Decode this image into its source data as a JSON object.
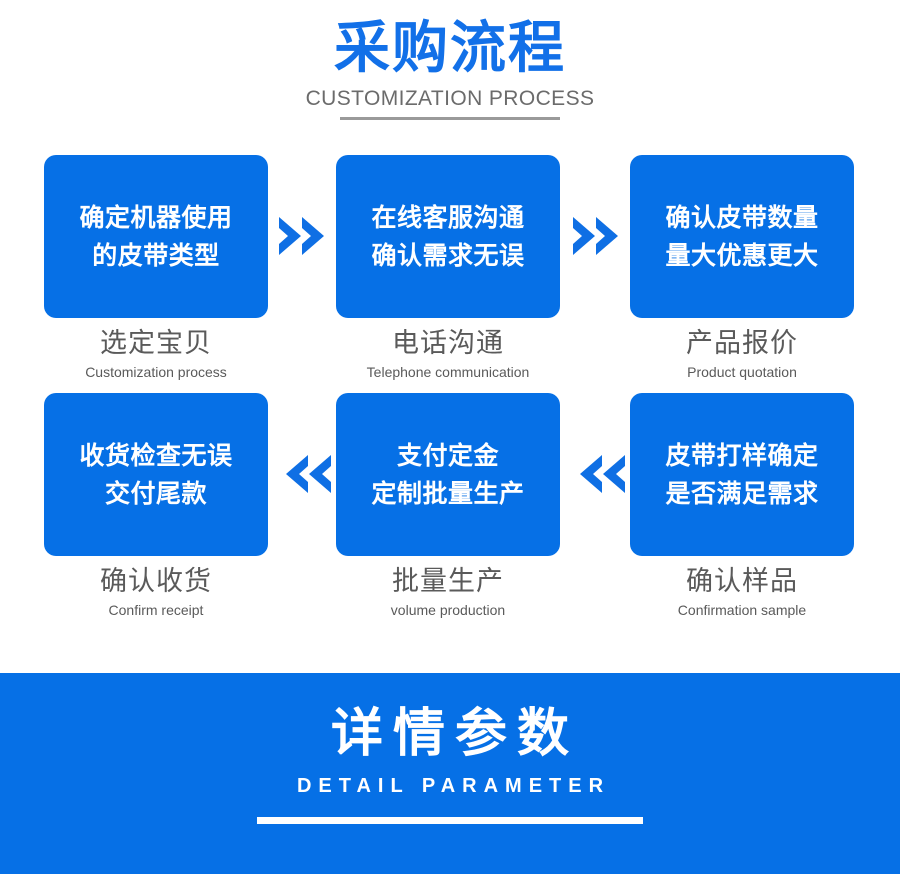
{
  "colors": {
    "brand_blue": "#0670E6",
    "title_blue": "#1270E8",
    "caption_gray": "#5a5a5a",
    "rule_gray": "#9a9a9a",
    "white": "#ffffff"
  },
  "header": {
    "title_cn": "采购流程",
    "title_en": "CUSTOMIZATION PROCESS"
  },
  "flow": {
    "arrow_right_icon": "double-chevron-right-icon",
    "arrow_left_icon": "double-chevron-left-icon",
    "rows": [
      {
        "direction": "right",
        "steps": [
          {
            "box_line1": "确定机器使用",
            "box_line2": "的皮带类型",
            "caption_cn": "选定宝贝",
            "caption_en": "Customization process"
          },
          {
            "box_line1": "在线客服沟通",
            "box_line2": "确认需求无误",
            "caption_cn": "电话沟通",
            "caption_en": "Telephone communication"
          },
          {
            "box_line1": "确认皮带数量",
            "box_line2": "量大优惠更大",
            "caption_cn": "产品报价",
            "caption_en": "Product quotation"
          }
        ]
      },
      {
        "direction": "left",
        "steps": [
          {
            "box_line1": "收货检查无误",
            "box_line2": "交付尾款",
            "caption_cn": "确认收货",
            "caption_en": "Confirm receipt"
          },
          {
            "box_line1": "支付定金",
            "box_line2": "定制批量生产",
            "caption_cn": "批量生产",
            "caption_en": "volume production"
          },
          {
            "box_line1": "皮带打样确定",
            "box_line2": "是否满足需求",
            "caption_cn": "确认样品",
            "caption_en": "Confirmation sample"
          }
        ]
      }
    ]
  },
  "banner": {
    "title_cn": "详情参数",
    "title_en": "DETAIL PARAMETER"
  }
}
